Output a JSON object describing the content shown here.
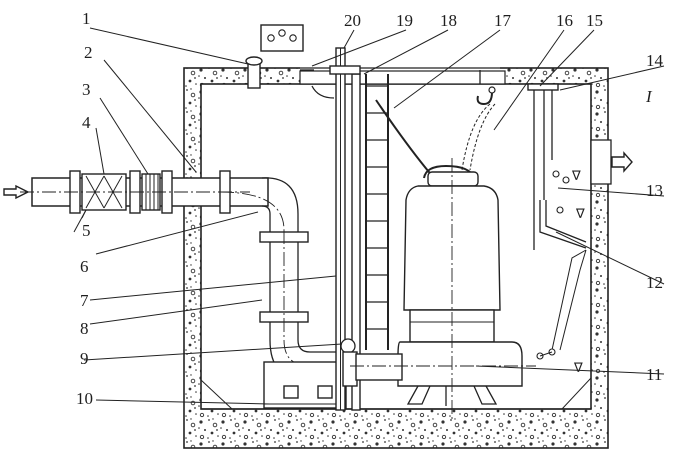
{
  "diagram": {
    "labels": [
      {
        "id": "1",
        "text": "1"
      },
      {
        "id": "2",
        "text": "2"
      },
      {
        "id": "3",
        "text": "3"
      },
      {
        "id": "4",
        "text": "4"
      },
      {
        "id": "5",
        "text": "5"
      },
      {
        "id": "6",
        "text": "6"
      },
      {
        "id": "7",
        "text": "7"
      },
      {
        "id": "8",
        "text": "8"
      },
      {
        "id": "9",
        "text": "9"
      },
      {
        "id": "10",
        "text": "10"
      },
      {
        "id": "11",
        "text": "11"
      },
      {
        "id": "12",
        "text": "12"
      },
      {
        "id": "13",
        "text": "13"
      },
      {
        "id": "14",
        "text": "14"
      },
      {
        "id": "15",
        "text": "15"
      },
      {
        "id": "16",
        "text": "16"
      },
      {
        "id": "17",
        "text": "17"
      },
      {
        "id": "18",
        "text": "18"
      },
      {
        "id": "19",
        "text": "19"
      },
      {
        "id": "20",
        "text": "20"
      }
    ],
    "roman_mark": "I",
    "level_symbol": "∇"
  },
  "colors": {
    "ink": "#222222",
    "paper": "#ffffff"
  }
}
